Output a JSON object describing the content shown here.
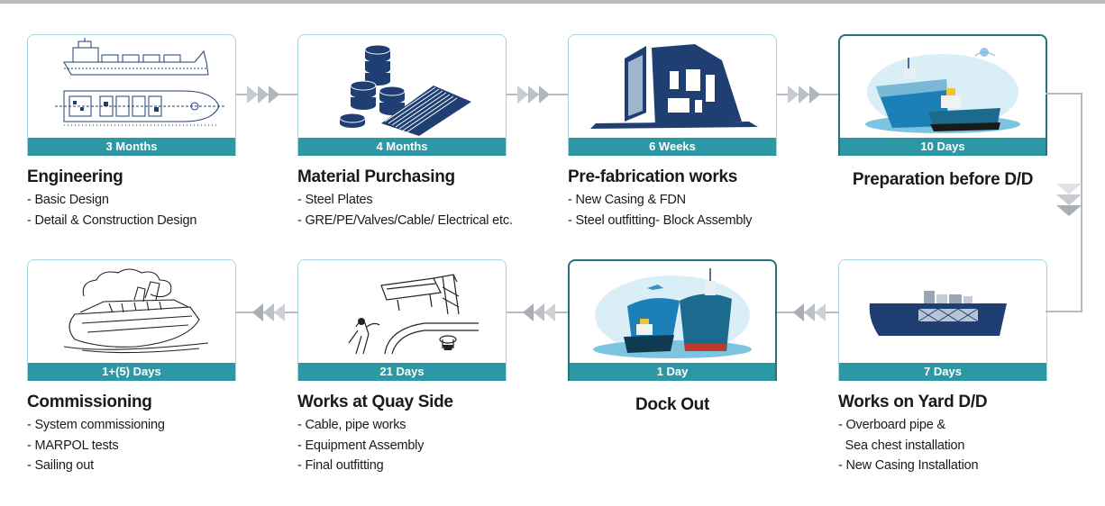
{
  "steps": [
    {
      "duration": "3 Months",
      "title": "Engineering",
      "items": [
        "- Basic Design",
        "- Detail & Construction  Design"
      ]
    },
    {
      "duration": "4 Months",
      "title": "Material Purchasing",
      "items": [
        "- Steel Plates",
        "- GRE/PE/Valves/Cable/  Electrical etc."
      ]
    },
    {
      "duration": "6 Weeks",
      "title": "Pre-fabrication works",
      "items": [
        "- New Casing & FDN",
        "- Steel outfitting- Block Assembly"
      ]
    },
    {
      "duration": "10 Days",
      "title": "Preparation before D/D",
      "items": []
    },
    {
      "duration": "7 Days",
      "title": "Works on Yard D/D",
      "items": [
        "- Overboard pipe &",
        "  Sea chest installation",
        "- New Casing Installation"
      ]
    },
    {
      "duration": "1 Day",
      "title": "Dock Out",
      "items": []
    },
    {
      "duration": "21 Days",
      "title": "Works at Quay Side",
      "items": [
        "- Cable, pipe works",
        "- Equipment Assembly",
        "- Final outfitting"
      ]
    },
    {
      "duration": "1+(5) Days",
      "title": "Commissioning",
      "items": [
        "- System commissioning",
        "- MARPOL tests",
        "- Sailing out"
      ]
    }
  ],
  "colors": {
    "accent": "#2c98a5",
    "navy": "#1f3f73",
    "arrow": "#b7bcc2",
    "border": "#a6d6dd"
  },
  "icons": [
    "ship-blueprint-icon",
    "coins-and-plates-icon",
    "building-blocks-icon",
    "ships-in-dock-icon",
    "barge-icon",
    "ships-leaving-icon",
    "crane-quay-icon",
    "cruise-ship-sketch-icon"
  ]
}
